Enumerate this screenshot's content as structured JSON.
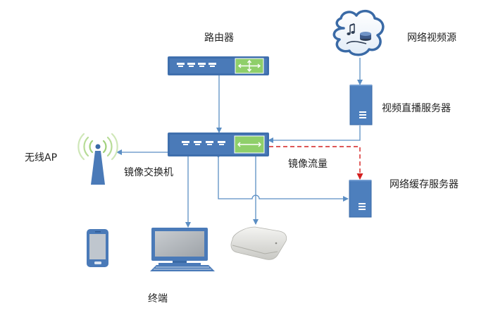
{
  "labels": {
    "router": "路由器",
    "video_source": "网络视频源",
    "live_server": "视频直播服务器",
    "wireless_ap": "无线AP",
    "mirror_switch": "镜像交换机",
    "mirror_traffic": "镜像流量",
    "cache_server": "网络缓存服务器",
    "terminal": "终端"
  },
  "icons": {
    "router": "router-icon",
    "switch": "switch-icon",
    "cloud": "cloud-music-icon",
    "server": "server-icon",
    "antenna": "antenna-icon",
    "phone": "smartphone-icon",
    "desktop": "desktop-computer-icon",
    "ap": "ceiling-access-point-icon"
  },
  "colors": {
    "device_blue": "#4a7ab8",
    "device_dark": "#3a6aa6",
    "port_green": "#8fcf6a",
    "line_blue": "#5b8ec4",
    "mirror_red": "#d42020",
    "server_body": "#4d7fbd"
  }
}
